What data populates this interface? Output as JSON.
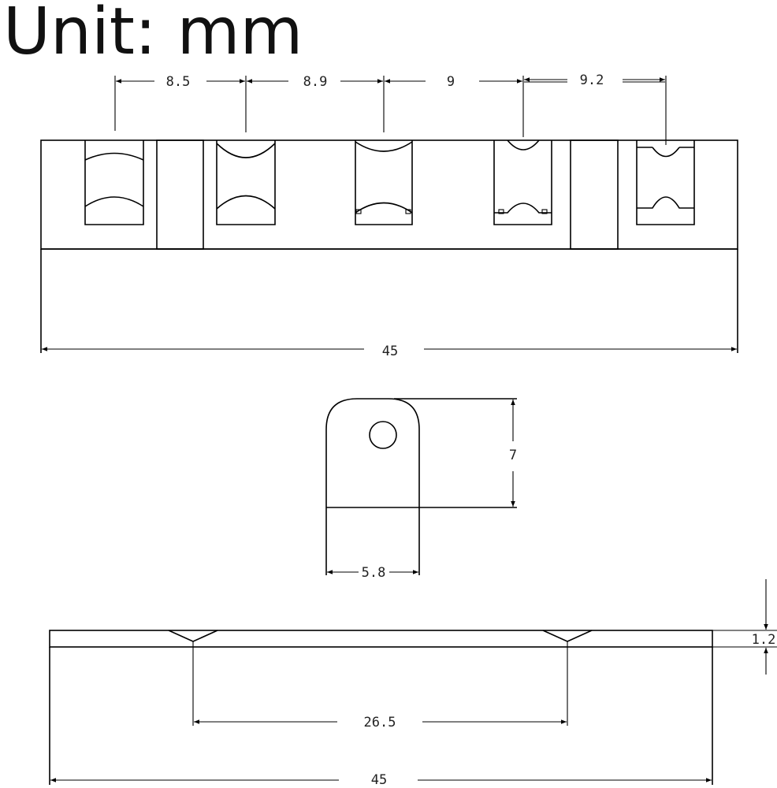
{
  "title": "Unit: mm",
  "top_view": {
    "slot_spacing_labels": [
      "8.5",
      "8.9",
      "9",
      "9.2"
    ],
    "overall_length_label": "45"
  },
  "side_view": {
    "height_label": "7",
    "width_label": "5.8"
  },
  "bottom_view": {
    "thickness_label": "1.2",
    "hole_spacing_label": "26.5",
    "overall_length_label": "45"
  }
}
